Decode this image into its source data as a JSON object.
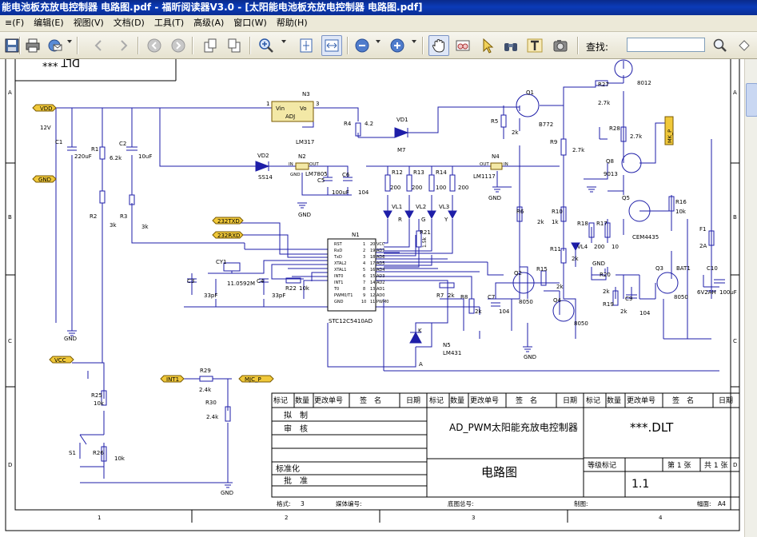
{
  "window": {
    "title": "能电池板充放电控制器 电路图.pdf - 福昕阅读器V3.0 - [太阳能电池板充放电控制器 电路图.pdf]"
  },
  "menu": [
    "≡(F)",
    "编辑(E)",
    "视图(V)",
    "文档(D)",
    "工具(T)",
    "高级(A)",
    "窗口(W)",
    "帮助(H)"
  ],
  "toolbar": {
    "search_label": "查找:",
    "search_value": ""
  },
  "schematic": {
    "components": {
      "n3": "N3",
      "adj": "ADJ",
      "vin": "Vin",
      "vo": "Vo",
      "lm317": "LM317",
      "pin1": "1",
      "pin3": "3",
      "r4": "R4",
      "r4v": "4.2",
      "vd1": "VD1",
      "m7": "M7",
      "vdd": "VDD",
      "v12": "12V",
      "gnd_flag": "GND",
      "c1": "C1",
      "c1v": "220uF",
      "r1": "R1",
      "r1v": "6.2k",
      "c2": "C2",
      "c2v": "10uF",
      "r2": "R2",
      "r2v": "3k",
      "r3": "R3",
      "r3v": "3k",
      "vd2": "VD2",
      "vd2v": "SS14",
      "n2": "N2",
      "lm7805": "LM7805",
      "in": "IN",
      "out": "OUT",
      "gnd": "GND",
      "c5": "C5",
      "c5v": "100uF",
      "c6": "C6",
      "c6v": "104",
      "r12": "R12",
      "r12v": "200",
      "r13": "R13",
      "r13v": "100",
      "r14": "R14",
      "r14v": "200",
      "vl1": "VL1",
      "vl2": "VL2",
      "vl3": "VL3",
      "ledr": "R",
      "ledg": "G",
      "ledy": "Y",
      "n4": "N4",
      "lm1117": "LM1117",
      "q1": "Q1",
      "b772": "B772",
      "r5": "R5",
      "r5v": "2k",
      "r9": "R9",
      "r9v": "2.7k",
      "r27": "R27",
      "r27v": "2.7k",
      "q12": "8012",
      "r28": "R28",
      "r28v": "2.7k",
      "q8": "Q8",
      "q8v": "9013",
      "mkp": "MK_P",
      "q5": "Q5",
      "cem": "CEM4435",
      "r16": "R16",
      "r16v": "10k",
      "f1": "F1",
      "f1v": "2A",
      "txd": "232TXD",
      "rxd": "232RXD",
      "n1": "N1",
      "mcu": "STC12C5410AD",
      "cy1": "CY1",
      "xtal": "11.0592M",
      "c3": "C3",
      "c3v": "33pF",
      "c4": "C4",
      "c4v": "33pF",
      "r22": "R22",
      "r22v": "10k",
      "r21": "R21",
      "r21v": "1.5k",
      "r6": "R6",
      "r6v": "2k",
      "r10": "R10",
      "r10v": "1k",
      "r18": "R18",
      "r17": "R17",
      "r17v": "200",
      "r17b": "10",
      "r11": "R11",
      "r11v": "2k",
      "vl4": "VL4",
      "q2": "Q2",
      "q2v": "8050",
      "r15": "R15",
      "r15v": "2k",
      "q4": "Q4",
      "q4v": "8050",
      "r7": "R7",
      "r7v": "2k",
      "r8": "R8",
      "r8v": "2k",
      "c7": "C7",
      "c7v": "104",
      "n5": "N5",
      "lm431": "LM431",
      "k": "K",
      "a": "A",
      "r20": "R20",
      "r20v": "2k",
      "r19": "R19",
      "r19v": "2k",
      "c9": "C9",
      "c9v": "104",
      "q3": "Q3",
      "q3v": "8050",
      "bat1": "BAT1",
      "batv": "6V2AH",
      "c10": "C10",
      "c10v": "100uF",
      "vcc": "VCC",
      "int1": "INT1",
      "mjcp": "MJC_P",
      "r29": "R29",
      "r29v": "2.4k",
      "r30": "R30",
      "r30v": "2.4k",
      "r25": "R25",
      "r25v": "10k",
      "r26": "R26",
      "r26v": "10k",
      "s1": "S1"
    },
    "mcu_pins_left": [
      "RST",
      "RxD",
      "TxD",
      "XTAL2",
      "XTAL1",
      "INT0",
      "INT1",
      "T0",
      "PWM0/T1",
      "GND"
    ],
    "mcu_pins_left_num": [
      "1",
      "2",
      "3",
      "4",
      "5",
      "6",
      "7",
      "8",
      "9",
      "10"
    ],
    "mcu_pins_right": [
      "VCC",
      "AD7",
      "AD6",
      "AD5",
      "AD4",
      "AD3",
      "AD2",
      "AD1",
      "AD0",
      "PWM0"
    ],
    "mcu_pins_right_num": [
      "20",
      "19",
      "18",
      "17",
      "16",
      "15",
      "14",
      "13",
      "12",
      "11"
    ],
    "row_letters": [
      "A",
      "B",
      "C",
      "D"
    ],
    "col_numbers": [
      "1",
      "2",
      "3",
      "4"
    ],
    "title_block": {
      "cols": [
        "标记",
        "数量",
        "更改单号",
        "签　名",
        "日期"
      ],
      "roles": [
        "拟　制",
        "审　核",
        "标准化",
        "批　准"
      ],
      "title": "AD_PWM太阳能充放电控制器",
      "doc_type": "电路图",
      "code": "***.DLT",
      "level_label": "等级标记",
      "sheet": "第 1 张",
      "total": "共 1 张",
      "version": "1.1",
      "format_label": "格式:",
      "format_value": "3",
      "media_label": "媒体编号:",
      "base_label": "底图总号:",
      "maker_label": "制图:",
      "size_label": "幅面:",
      "size_value": "A4"
    },
    "top_stub": "DLT ***"
  }
}
